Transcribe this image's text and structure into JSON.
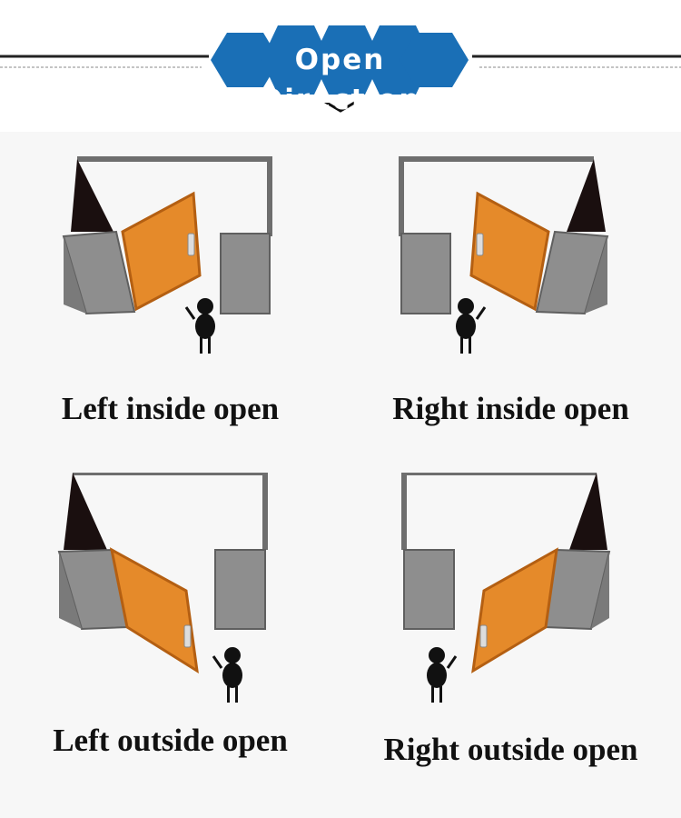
{
  "header": {
    "title": "Open Direction",
    "badge_color": "#1a6fb6",
    "line_color": "#222222"
  },
  "colors": {
    "door": "#e58a2a",
    "door_edge": "#b45f12",
    "wall": "#8e8e8e",
    "wall_dark": "#5f5f5f",
    "shadow": "#1a0f0f",
    "person": "#111111"
  },
  "panels": [
    {
      "id": "left-inside",
      "caption": "Left inside open"
    },
    {
      "id": "right-inside",
      "caption": "Right inside open"
    },
    {
      "id": "left-outside",
      "caption": "Left outside open"
    },
    {
      "id": "right-outside",
      "caption": "Right outside open"
    }
  ]
}
